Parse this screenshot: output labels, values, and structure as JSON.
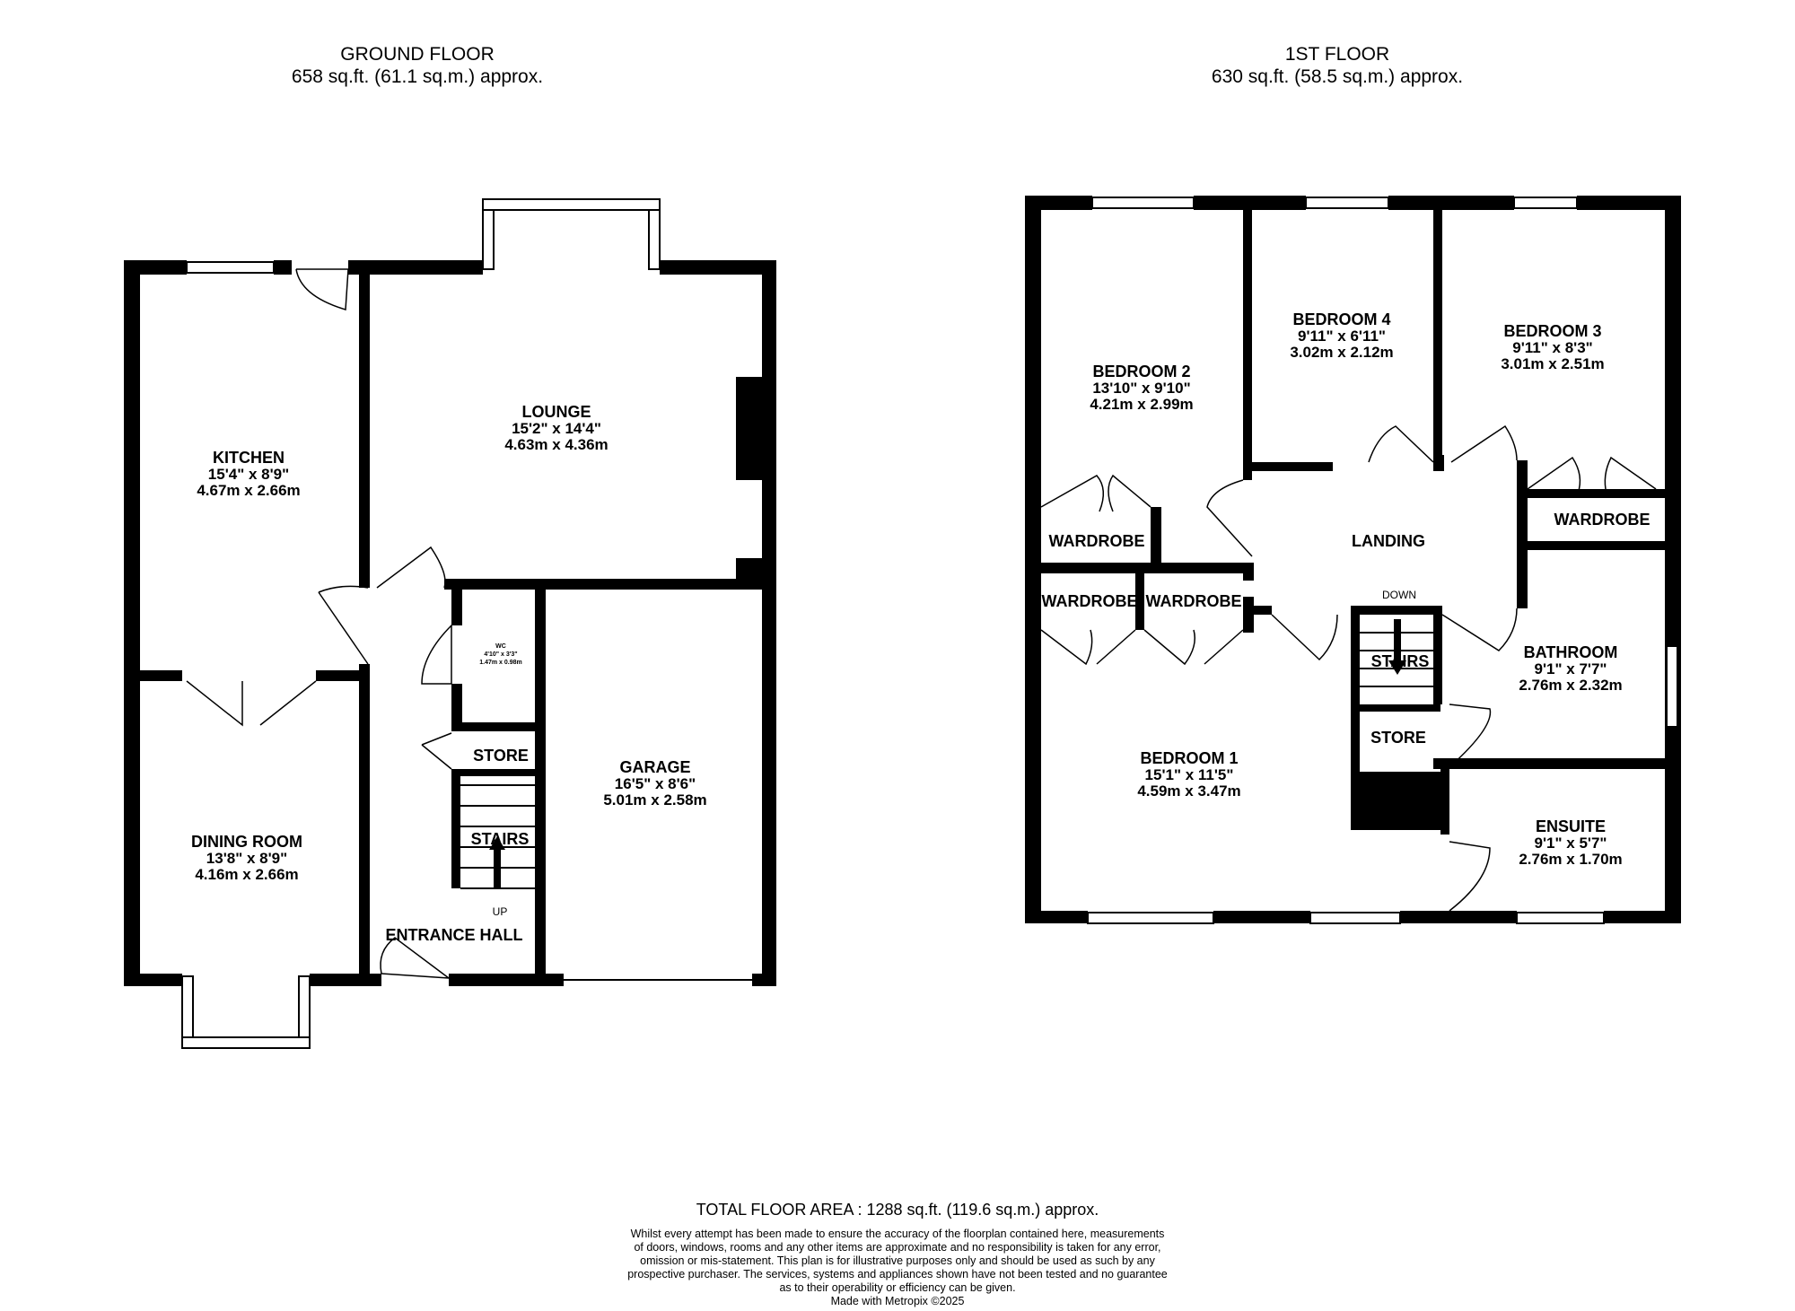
{
  "ground_floor": {
    "title": "GROUND FLOOR",
    "area": "658 sq.ft. (61.1 sq.m.) approx.",
    "rooms": {
      "kitchen": {
        "name": "KITCHEN",
        "imperial": "15'4\"  x 8'9\"",
        "metric": "4.67m  x 2.66m"
      },
      "lounge": {
        "name": "LOUNGE",
        "imperial": "15'2\"  x 14'4\"",
        "metric": "4.63m  x 4.36m"
      },
      "dining": {
        "name": "DINING ROOM",
        "imperial": "13'8\"  x 8'9\"",
        "metric": "4.16m  x 2.66m"
      },
      "garage": {
        "name": "GARAGE",
        "imperial": "16'5\"  x 8'6\"",
        "metric": "5.01m  x 2.58m"
      },
      "wc": {
        "name": "WC",
        "imperial": "4'10\"  x 3'3\"",
        "metric": "1.47m  x 0.98m"
      },
      "store": {
        "name": "STORE"
      },
      "stairs": {
        "name": "STAIRS",
        "direction": "UP"
      },
      "hall": {
        "name": "ENTRANCE HALL"
      }
    }
  },
  "first_floor": {
    "title": "1ST FLOOR",
    "area": "630 sq.ft. (58.5 sq.m.) approx.",
    "rooms": {
      "bedroom2": {
        "name": "BEDROOM 2",
        "imperial": "13'10\"  x 9'10\"",
        "metric": "4.21m  x 2.99m"
      },
      "bedroom4": {
        "name": "BEDROOM 4",
        "imperial": "9'11\"  x 6'11\"",
        "metric": "3.02m  x 2.12m"
      },
      "bedroom3": {
        "name": "BEDROOM 3",
        "imperial": "9'11\"  x 8'3\"",
        "metric": "3.01m  x 2.51m"
      },
      "bedroom1": {
        "name": "BEDROOM 1",
        "imperial": "15'1\"  x 11'5\"",
        "metric": "4.59m  x 3.47m"
      },
      "bathroom": {
        "name": "BATHROOM",
        "imperial": "9'1\"  x 7'7\"",
        "metric": "2.76m  x 2.32m"
      },
      "ensuite": {
        "name": "ENSUITE",
        "imperial": "9'1\"  x 5'7\"",
        "metric": "2.76m  x 1.70m"
      },
      "landing": {
        "name": "LANDING"
      },
      "wardrobe": {
        "name": "WARDROBE"
      },
      "store": {
        "name": "STORE"
      },
      "stairs": {
        "name": "STAIRS",
        "direction": "DOWN"
      }
    }
  },
  "footer": {
    "total": "TOTAL FLOOR AREA : 1288 sq.ft. (119.6 sq.m.) approx.",
    "disclaimer_lines": [
      "Whilst every attempt has been made to ensure the accuracy of the floorplan contained here, measurements",
      "of doors, windows, rooms and any other items are approximate and no responsibility is taken for any error,",
      "omission or mis-statement. This plan is for illustrative purposes only and should be used as such by any",
      "prospective purchaser. The services, systems and appliances shown have not been tested and no guarantee",
      "as to their operability or efficiency can be given.",
      "Made with Metropix ©2025"
    ]
  },
  "colors": {
    "wall": "#000000",
    "window": "#ffffff",
    "background": "#ffffff"
  }
}
